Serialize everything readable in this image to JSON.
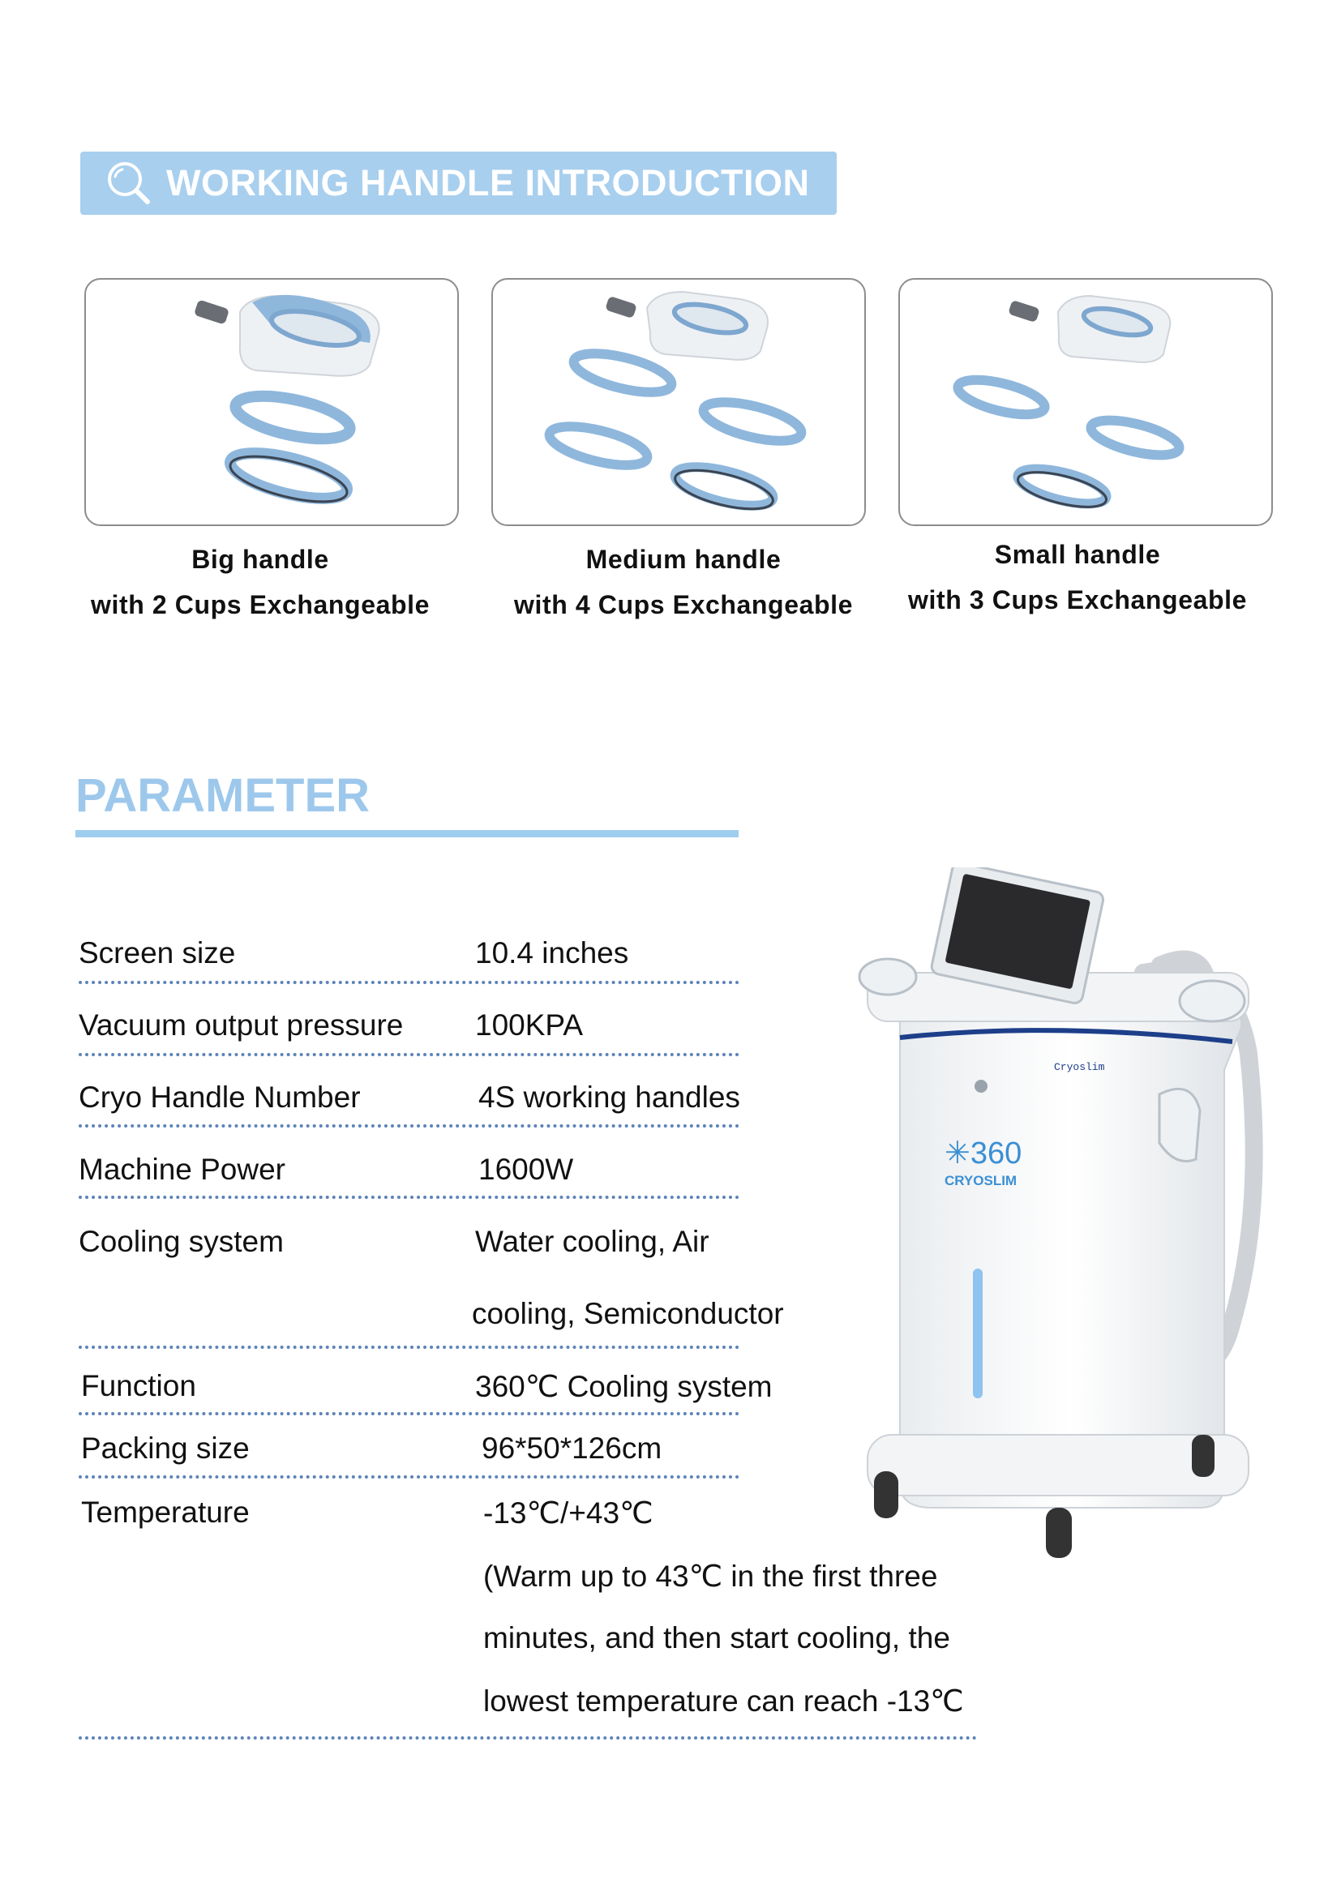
{
  "header": {
    "title": "WORKING HANDLE INTRODUCTION",
    "icon": "search-icon"
  },
  "handles": [
    {
      "name": "Big handle",
      "detail": "with 2 Cups Exchangeable"
    },
    {
      "name": "Medium handle",
      "detail": "with 4 Cups Exchangeable"
    },
    {
      "name": "Small handle",
      "detail": "with 3 Cups Exchangeable"
    }
  ],
  "parameter": {
    "title": "PARAMETER",
    "rows": [
      {
        "label": "Screen size",
        "value": [
          "10.4 inches"
        ]
      },
      {
        "label": "Vacuum output pressure",
        "value": [
          "100KPA"
        ]
      },
      {
        "label": "Cryo Handle Number",
        "value": [
          "4S working handles"
        ]
      },
      {
        "label": "Machine Power",
        "value": [
          "1600W"
        ]
      },
      {
        "label": "Cooling system",
        "value": [
          "Water cooling, Air",
          "cooling, Semiconductor"
        ]
      },
      {
        "label": "Function",
        "value": [
          "360℃ Cooling system"
        ]
      },
      {
        "label": "Packing size",
        "value": [
          "96*50*126cm"
        ]
      },
      {
        "label": "Temperature",
        "value": [
          "-13℃/+43℃",
          "(Warm up to 43℃ in the first three",
          "minutes, and then start cooling, the",
          "lowest temperature can reach -13℃"
        ]
      }
    ]
  },
  "machine": {
    "brand_script": "Cryoslim",
    "logo_number": "360",
    "logo_text": "CRYOSLIM"
  },
  "colors": {
    "accent": "#a8cfee",
    "title_blue": "#9dc8ec",
    "dots": "#5c83b8",
    "cup_blue": "#8fb7dc"
  }
}
